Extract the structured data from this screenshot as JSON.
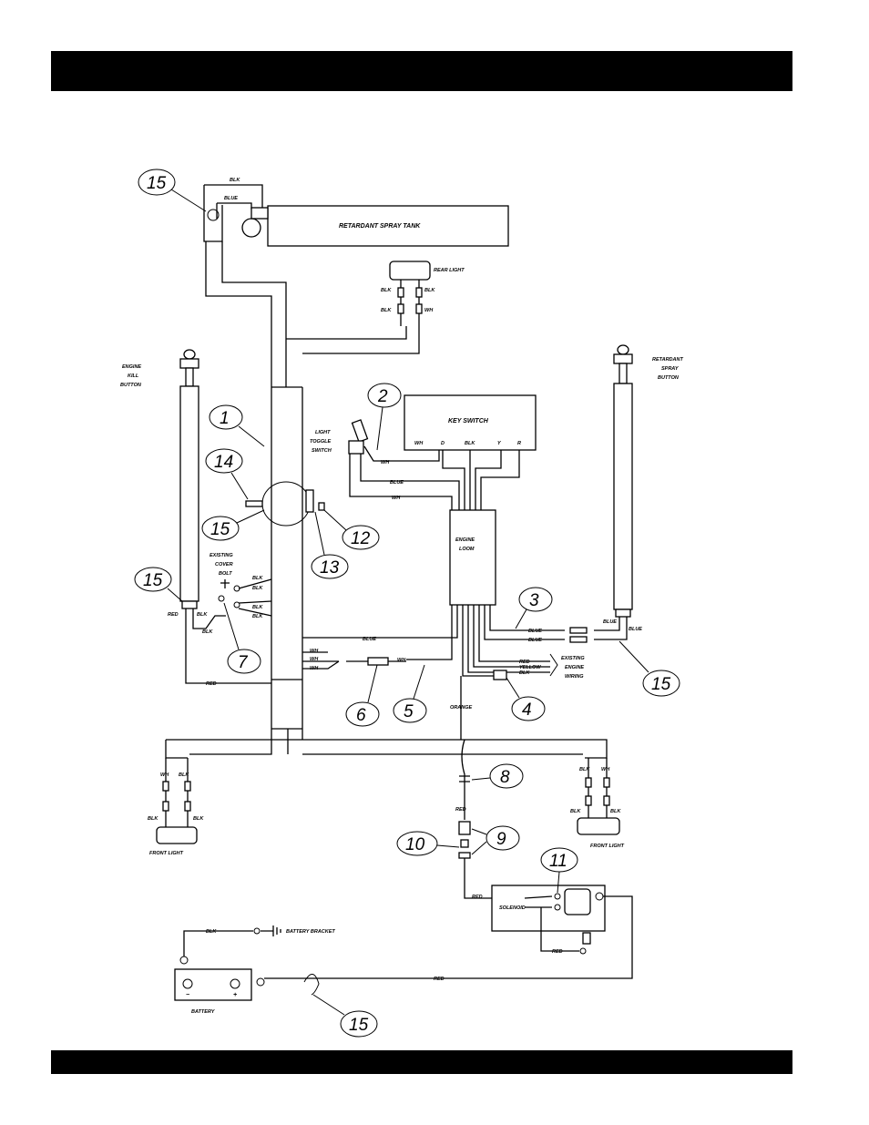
{
  "header": {
    "title": ""
  },
  "footer": {
    "text": ""
  },
  "components": {
    "spray_tank": "RETARDANT SPRAY TANK",
    "rear_light": "REAR LIGHT",
    "engine_kill_button": [
      "ENGINE",
      "KILL",
      "BUTTON"
    ],
    "retardant_spray_button": [
      "RETARDANT",
      "SPRAY",
      "BUTTON"
    ],
    "light_toggle_switch": [
      "LIGHT",
      "TOGGLE",
      "SWITCH"
    ],
    "key_switch": "KEY SWITCH",
    "key_switch_terminals": [
      "WH",
      "D",
      "BLK",
      "Y",
      "R"
    ],
    "engine_loom": [
      "ENGINE",
      "LOOM"
    ],
    "existing_cover_bolt": [
      "EXISTING",
      "COVER",
      "BOLT"
    ],
    "existing_engine_wiring": [
      "EXISTING",
      "ENGINE",
      "WIRING"
    ],
    "front_light_left": "FRONT LIGHT",
    "front_light_right": "FRONT LIGHT",
    "solenoid": "SOLENOID",
    "battery": "BATTERY",
    "battery_bracket": "BATTERY BRACKET"
  },
  "wire_labels": {
    "blk": "BLK",
    "blue": "BLUE",
    "wh": "WH",
    "red": "RED",
    "orange": "ORANGE",
    "yellow": "YELLOW"
  },
  "callouts": [
    "1",
    "2",
    "3",
    "4",
    "5",
    "6",
    "7",
    "8",
    "9",
    "10",
    "11",
    "12",
    "13",
    "14",
    "15"
  ]
}
